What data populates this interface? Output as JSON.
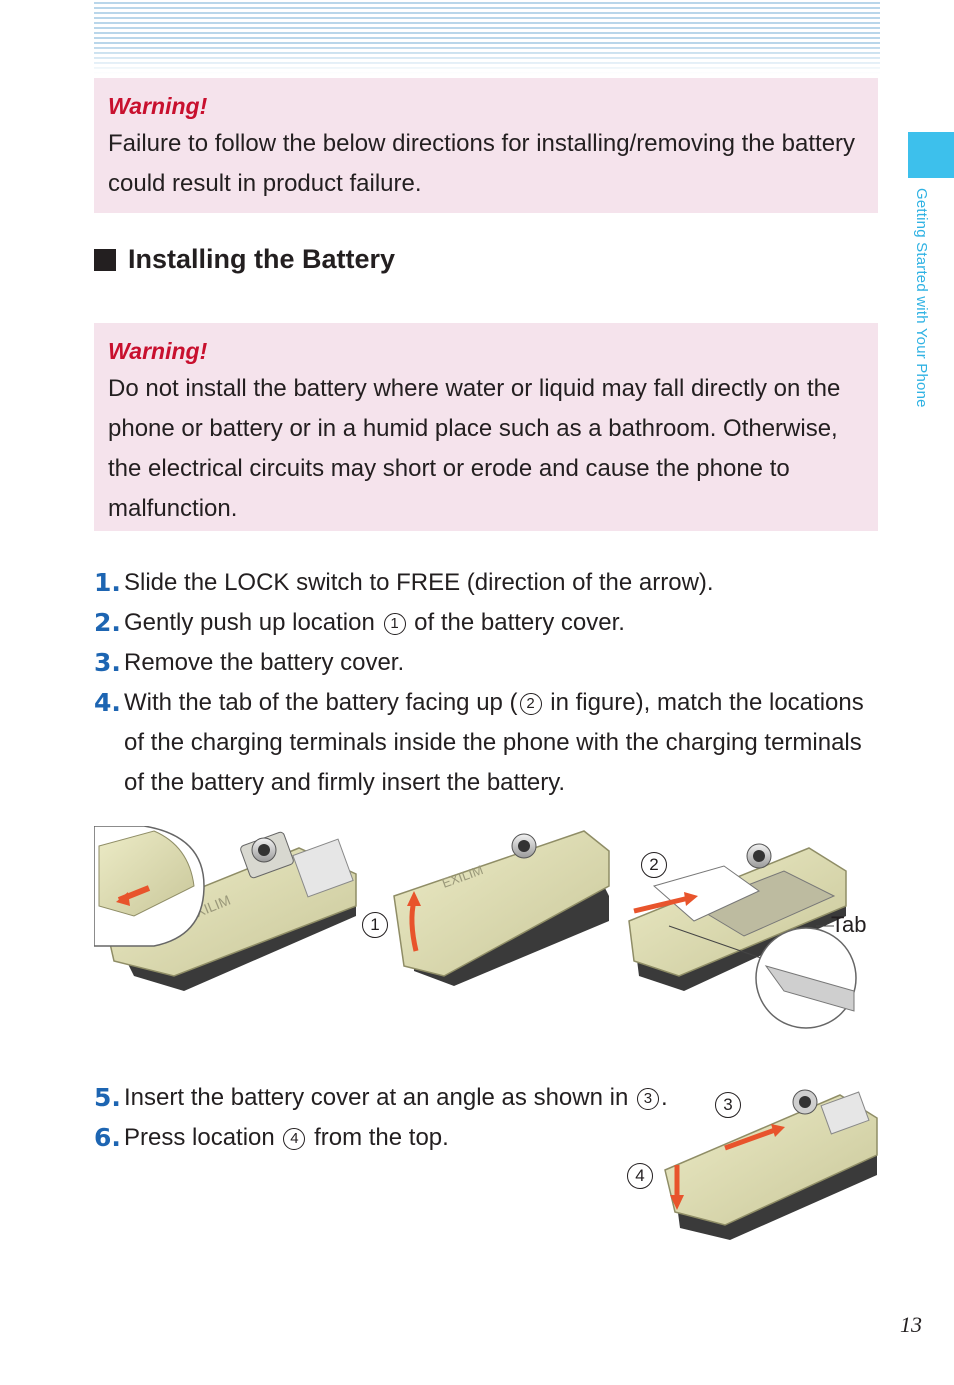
{
  "side_tab": {
    "label": "Getting Started with Your Phone",
    "color": "#3dc0ec"
  },
  "warning1": {
    "title": "Warning!",
    "text": "Failure to follow the below directions for installing/removing the battery could result in product failure."
  },
  "section": {
    "heading": "Installing the Battery"
  },
  "warning2": {
    "title": "Warning!",
    "text": "Do not install the battery where water or liquid may fall directly on the phone or battery or in a humid place such as a bathroom. Otherwise, the electrical circuits may short or erode and cause the phone to malfunction."
  },
  "steps": [
    {
      "num": "1.",
      "text": "Slide the LOCK switch to FREE (direction of the arrow)."
    },
    {
      "num": "2.",
      "pre": "Gently push up location",
      "mark": "1",
      "post": "of the battery cover."
    },
    {
      "num": "3.",
      "text": "Remove the battery cover."
    },
    {
      "num": "4.",
      "pre": "With the tab of the battery facing up (",
      "mark": "2",
      "post": "in figure), match the locations of the charging terminals inside the phone with the charging terminals of the battery and firmly insert the battery."
    },
    {
      "num": "5.",
      "pre": "Insert the battery cover at an angle as shown in",
      "mark": "3",
      "post": "."
    },
    {
      "num": "6.",
      "pre": "Press location",
      "mark": "4",
      "post": "from the top."
    }
  ],
  "figure_labels": {
    "m1": "1",
    "m2": "2",
    "m3": "3",
    "m4": "4",
    "tab": "Tab",
    "logo": "EXILIM"
  },
  "page_number": "13",
  "colors": {
    "warning_bg": "#f5e3ec",
    "warning_title": "#c8102e",
    "step_number": "#1d65b2",
    "arrow": "#e8542c"
  }
}
